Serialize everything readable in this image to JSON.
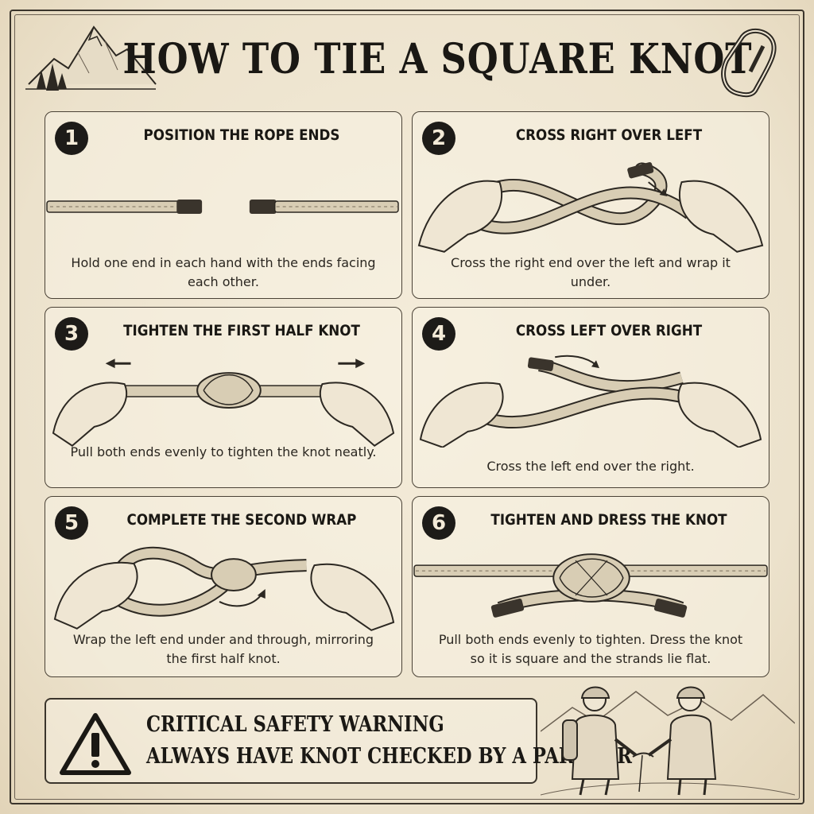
{
  "title": "HOW TO TIE A SQUARE KNOT",
  "icons": {
    "header_left": "mountain-landscape-icon",
    "header_right": "carabiner-icon",
    "warning": "warning-triangle-icon",
    "footer": "climbers-illustration"
  },
  "colors": {
    "paper": "#efe6d3",
    "ink": "#1c1a17",
    "rope": "#d8cdb4"
  },
  "steps": [
    {
      "number": "1",
      "title": "POSITION THE ROPE ENDS",
      "caption": "Hold one end in each hand with the ends facing each other."
    },
    {
      "number": "2",
      "title": "CROSS RIGHT OVER LEFT",
      "caption": "Cross the right end over the left and wrap it under."
    },
    {
      "number": "3",
      "title": "TIGHTEN THE FIRST HALF KNOT",
      "caption": "Pull both ends evenly to tighten the knot neatly."
    },
    {
      "number": "4",
      "title": "CROSS LEFT OVER RIGHT",
      "caption": "Cross the left end over the right."
    },
    {
      "number": "5",
      "title": "COMPLETE THE SECOND WRAP",
      "caption": "Wrap the left end under and through, mirroring the first half knot."
    },
    {
      "number": "6",
      "title": "TIGHTEN AND DRESS THE KNOT",
      "caption": "Pull both ends evenly to tighten. Dress the knot so it is square and the strands lie flat."
    }
  ],
  "warning": {
    "line1": "CRITICAL SAFETY WARNING",
    "line2": "ALWAYS HAVE KNOT CHECKED BY A PARTNER"
  }
}
